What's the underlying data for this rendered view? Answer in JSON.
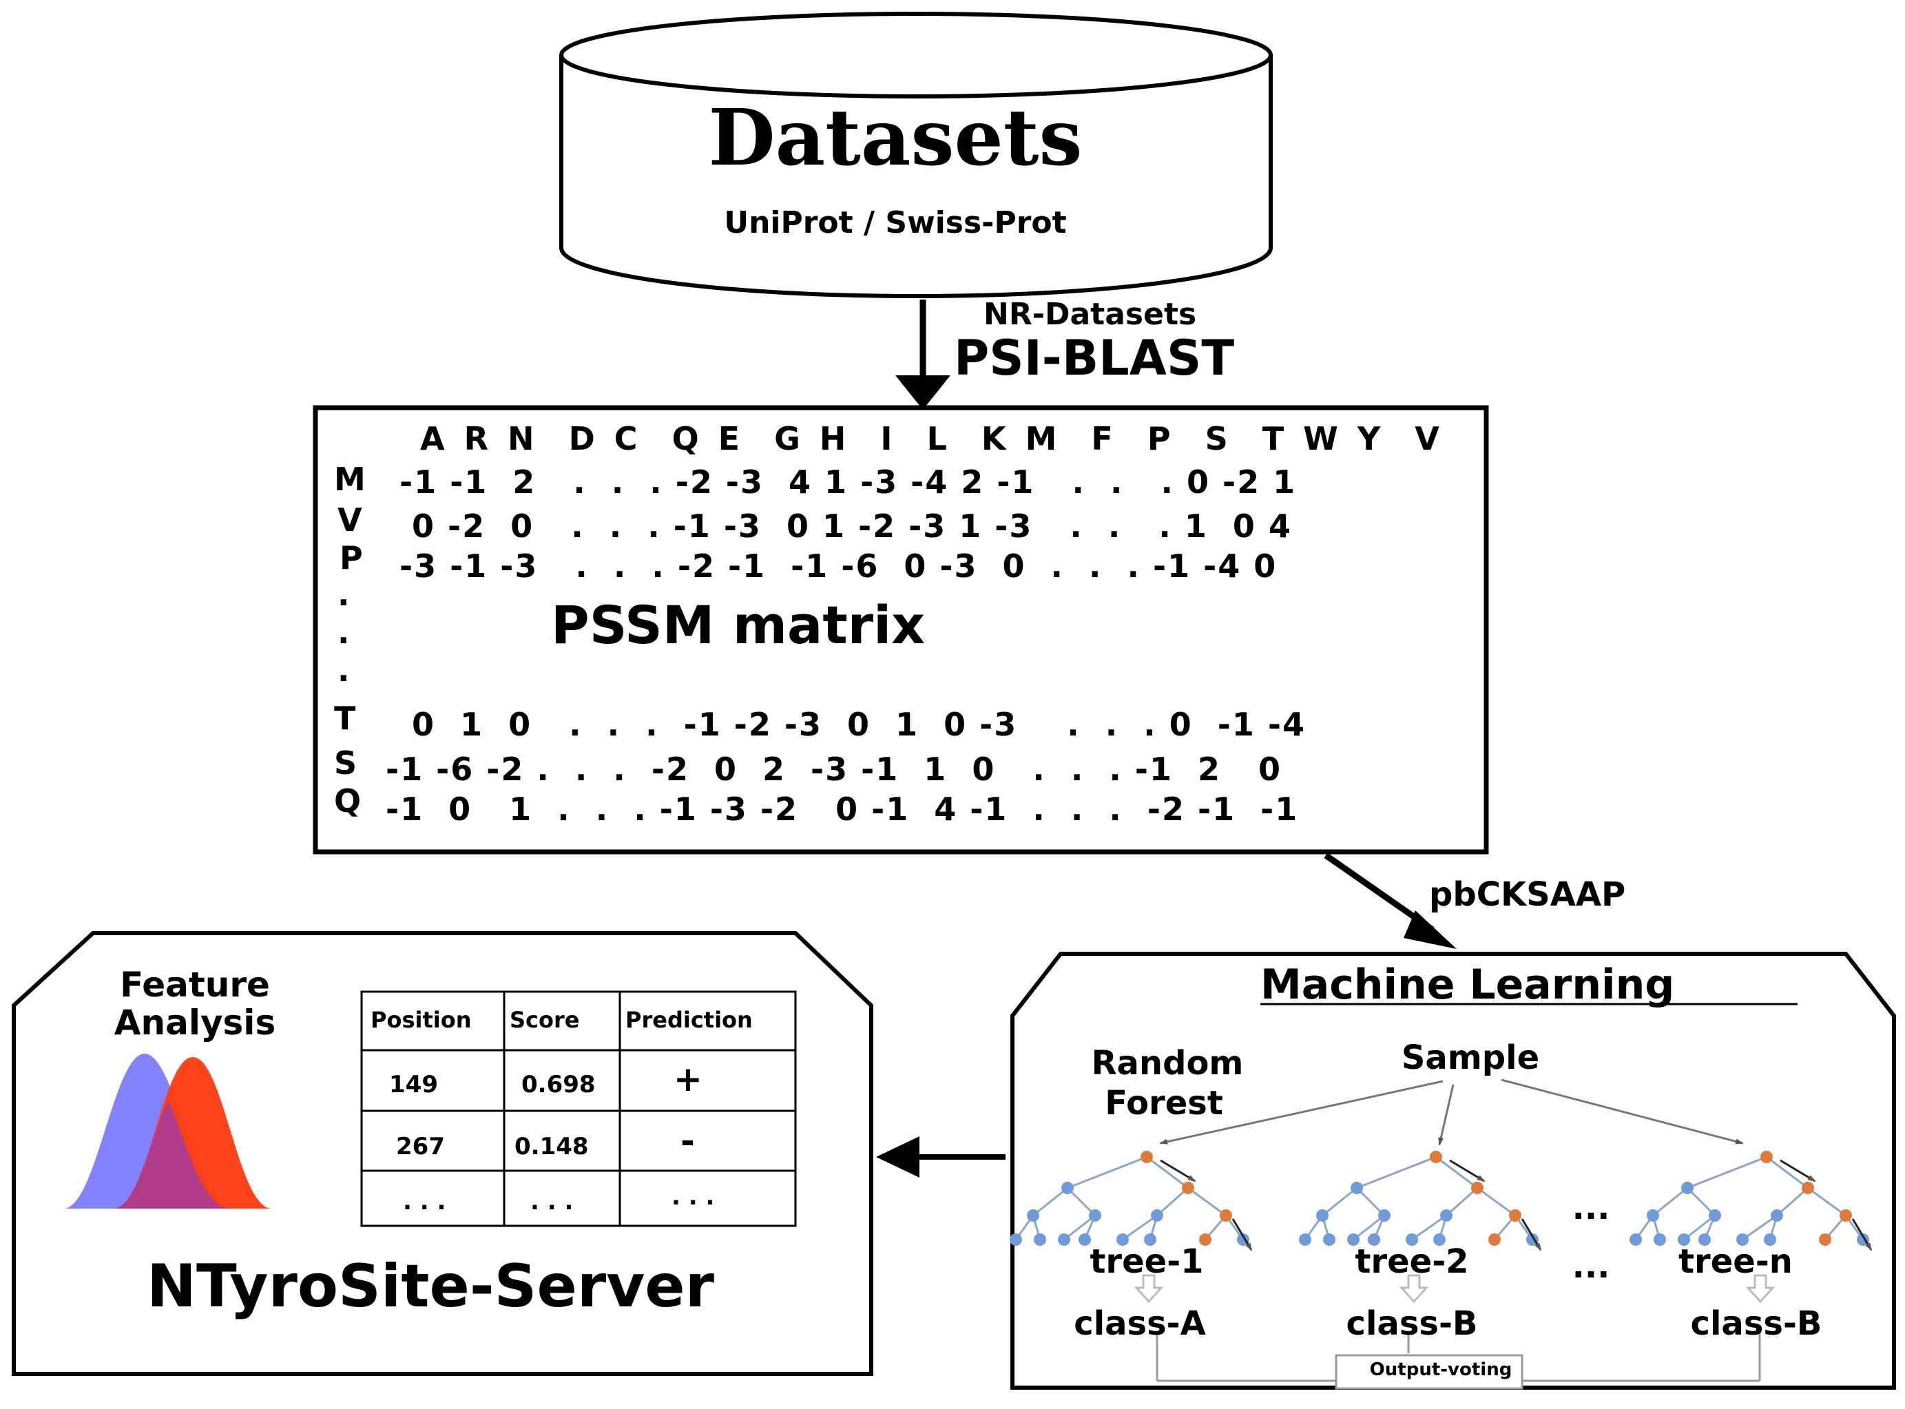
{
  "datasets": {
    "title": "Datasets",
    "subtitle": "UniProt / Swiss-Prot"
  },
  "arrow1": {
    "label_small": "NR-Datasets",
    "label_big": "PSI-BLAST"
  },
  "pssm": {
    "header": "A R N  D C  Q E  G H  I  L  K M  F  P  S  T W Y  V",
    "rows": [
      {
        "aa": "M",
        "values": "-1 -1  2   .  .  . -2 -3  4 1 -3 -4 2 -1   .  .   . 0 -2 1"
      },
      {
        "aa": "V",
        "values": " 0 -2  0   .  .  . -1 -3  0 1 -2 -3 1 -3   .  .   . 1  0 4"
      },
      {
        "aa": "P",
        "values": "-3 -1 -3   .  .  . -2 -1  -1 -6  0 -3  0  .  .  . -1 -4 0"
      },
      {
        "aa": "T",
        "values": " 0  1  0   .  .  .  -1 -2 -3  0  1  0 -3    .  .  . 0  -1 -4"
      },
      {
        "aa": "S",
        "values": "-1 -6 -2 .  .  .  -2  0  2  -3 -1  1  0   .  .  . -1  2   0"
      },
      {
        "aa": "Q",
        "values": "-1  0   1  .  .  . -1 -3 -2   0 -1  4 -1  .  .  .  -2 -1  -1"
      }
    ],
    "dots": ".",
    "label": "PSSM matrix"
  },
  "arrow2": {
    "label": "pbCKSAAP"
  },
  "ml": {
    "title": "Machine Learning",
    "random_forest": "Random\nForest",
    "random_forest_line1": "Random",
    "random_forest_line2": "Forest",
    "sample": "Sample",
    "trees": [
      {
        "name": "tree-1",
        "class": "class-A"
      },
      {
        "name": "tree-2",
        "class": "class-B"
      },
      {
        "name": "tree-n",
        "class": "class-B"
      }
    ],
    "ellipsis_top": "...",
    "ellipsis_bottom": "...",
    "voting": "Output-voting"
  },
  "server": {
    "feature_line1": "Feature",
    "feature_line2": "Analysis",
    "table": {
      "headers": [
        "Position",
        "Score",
        "Prediction"
      ],
      "rows": [
        [
          "149",
          "0.698",
          "+"
        ],
        [
          "267",
          "0.148",
          "-"
        ],
        [
          ". . .",
          ". . .",
          ". . ."
        ]
      ]
    },
    "name": "NTyroSite-Server"
  },
  "colors": {
    "blue_curve": "#7b7bff",
    "red_curve": "#ff3a10",
    "overlap": "#b03c8a",
    "node_blue": "#6f9bd8",
    "node_orange": "#e07a3a"
  }
}
